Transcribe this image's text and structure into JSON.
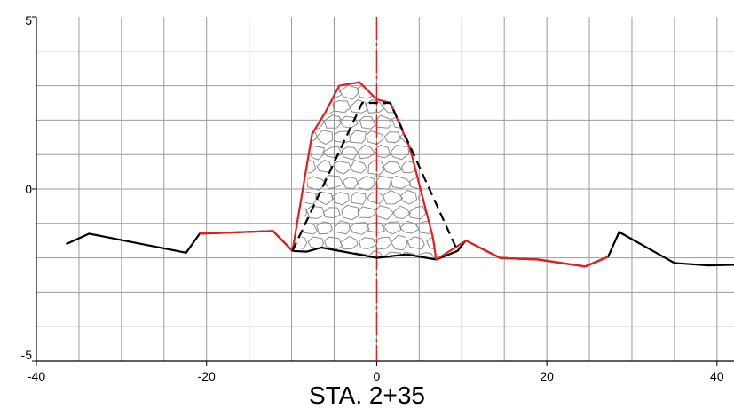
{
  "chart_data": {
    "type": "cross-section",
    "title": "STA. 2+35",
    "xlim": [
      -40,
      42
    ],
    "ylim": [
      -5,
      5
    ],
    "x_ticks": [
      -40,
      -20,
      0,
      20,
      40
    ],
    "y_ticks": [
      -5,
      0,
      5
    ],
    "x_tick_labels": [
      "-40",
      "-20",
      "0",
      "20",
      "40"
    ],
    "y_tick_labels": [
      "-5",
      "0",
      "5"
    ],
    "grid": true,
    "colors": {
      "grid": "#9a9a9a",
      "ground": "#000000",
      "proposed": "#e0201f",
      "design": "#000000",
      "centerline": "#e0201f",
      "fill_hatch": "#8c8c8c"
    },
    "series": [
      {
        "key": "existing-ground",
        "style": "solid-black",
        "points": [
          [
            -36.5,
            -1.6
          ],
          [
            -33.8,
            -1.3
          ],
          [
            -22.4,
            -1.85
          ],
          [
            -20.8,
            -1.3
          ],
          [
            -12.2,
            -1.22
          ],
          [
            -9.9,
            -1.8
          ],
          [
            -8.2,
            -1.82
          ],
          [
            -6.5,
            -1.7
          ],
          [
            0,
            -2.0
          ],
          [
            3.5,
            -1.9
          ],
          [
            7.0,
            -2.05
          ],
          [
            9.5,
            -1.8
          ],
          [
            10.3,
            -1.55
          ],
          [
            10.5,
            -1.5
          ],
          [
            14.5,
            -2.0
          ],
          [
            19.0,
            -2.05
          ],
          [
            24.5,
            -2.25
          ],
          [
            27.2,
            -1.97
          ],
          [
            28.5,
            -1.25
          ],
          [
            35.0,
            -2.15
          ],
          [
            39.0,
            -2.22
          ],
          [
            42.0,
            -2.2
          ]
        ]
      },
      {
        "key": "proposed-surface",
        "style": "solid-red",
        "points": [
          [
            -20.8,
            -1.3
          ],
          [
            -12.2,
            -1.22
          ],
          [
            -9.9,
            -1.8
          ],
          [
            -7.6,
            1.6
          ],
          [
            -6.1,
            2.2
          ],
          [
            -4.4,
            3.0
          ],
          [
            -2.0,
            3.1
          ],
          [
            0,
            2.6
          ],
          [
            1.6,
            2.5
          ],
          [
            3.9,
            1.2
          ],
          [
            6.6,
            -1.4
          ],
          [
            7.0,
            -2.05
          ],
          [
            10.5,
            -1.5
          ],
          [
            14.5,
            -2.0
          ],
          [
            19.0,
            -2.05
          ],
          [
            24.5,
            -2.25
          ],
          [
            27.2,
            -1.97
          ]
        ]
      },
      {
        "key": "design-template",
        "style": "dashed-black",
        "points": [
          [
            -9.9,
            -1.8
          ],
          [
            -1.7,
            2.5
          ],
          [
            1.6,
            2.5
          ],
          [
            9.5,
            -1.8
          ]
        ]
      }
    ],
    "fill_region": {
      "key": "riprap-fill",
      "points": [
        [
          -9.0,
          -1.8
        ],
        [
          -7.6,
          1.6
        ],
        [
          -6.1,
          2.2
        ],
        [
          -4.4,
          3.0
        ],
        [
          -2.0,
          3.1
        ],
        [
          0,
          2.6
        ],
        [
          1.6,
          2.5
        ],
        [
          3.9,
          1.2
        ],
        [
          6.6,
          -1.4
        ],
        [
          7.0,
          -2.05
        ],
        [
          3.5,
          -1.9
        ],
        [
          0,
          -2.0
        ],
        [
          -6.5,
          -1.7
        ],
        [
          -9.0,
          -1.8
        ]
      ]
    },
    "centerline_x": 0
  }
}
